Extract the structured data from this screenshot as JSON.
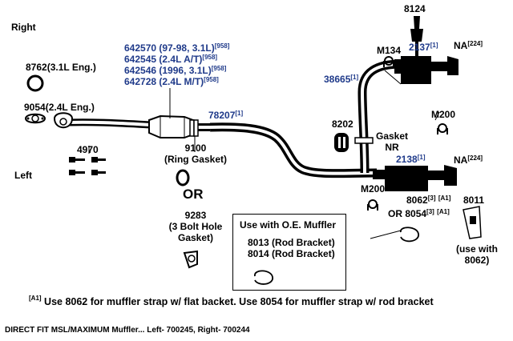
{
  "side_labels": {
    "right": "Right",
    "left": "Left"
  },
  "parts": {
    "p8762": {
      "number": "8762",
      "desc": "(3.1L Eng.)"
    },
    "p9054": {
      "number": "9054",
      "desc": "(2.4L Eng.)"
    },
    "p4970": {
      "number": "4970"
    },
    "pipe_group": [
      {
        "number": "642570",
        "desc": "(97-98, 3.1L)",
        "ref": "[958]"
      },
      {
        "number": "642545",
        "desc": "(2.4L A/T)",
        "ref": "[958]"
      },
      {
        "number": "642546",
        "desc": "(1996, 3.1L)",
        "ref": "[958]"
      },
      {
        "number": "642728",
        "desc": "(2.4L M/T)",
        "ref": "[958]"
      }
    ],
    "p78207": {
      "number": "78207",
      "ref": "[1]"
    },
    "p9100": {
      "number": "9100",
      "desc": "(Ring Gasket)"
    },
    "or_label": "OR",
    "p9283": {
      "number": "9283",
      "desc_line1": "(3 Bolt Hole",
      "desc_line2": "Gasket)"
    },
    "p8124": {
      "number": "8124"
    },
    "pM134": {
      "number": "M134"
    },
    "p2137": {
      "number": "2137",
      "ref": "[1]"
    },
    "pNA_top": {
      "number": "NA",
      "ref": "[224]"
    },
    "p38665": {
      "number": "38665",
      "ref": "[1]"
    },
    "pM200_right": {
      "number": "M200"
    },
    "p8202": {
      "number": "8202"
    },
    "gasket_nr": {
      "line1": "Gasket",
      "line2": "NR"
    },
    "p2138": {
      "number": "2138",
      "ref": "[1]"
    },
    "pNA_bottom": {
      "number": "NA",
      "ref": "[224]"
    },
    "pM200_left": {
      "number": "M200"
    },
    "p8062": {
      "number": "8062",
      "ref": "[3]",
      "note": "[A1]"
    },
    "p8054": {
      "prefix": "OR",
      "number": "8054",
      "ref": "[3]",
      "note": "[A1]"
    },
    "p8011": {
      "number": "8011",
      "use_line1": "(use with",
      "use_line2": "8062)"
    }
  },
  "note_box": {
    "title": "Use with O.E. Muffler",
    "line1": "8013 (Rod Bracket)",
    "line2": "8014 (Rod Bracket)"
  },
  "footnote": {
    "marker": "[A1]",
    "text": "Use 8062 for muffler strap w/ flat backet. Use 8054 for muffler strap w/ rod bracket"
  },
  "footer": "DIRECT FIT MSL/MAXIMUM Muffler... Left- 700245, Right- 700244",
  "colors": {
    "part_number_blue": "#1f3a8a",
    "ink": "#000000"
  }
}
